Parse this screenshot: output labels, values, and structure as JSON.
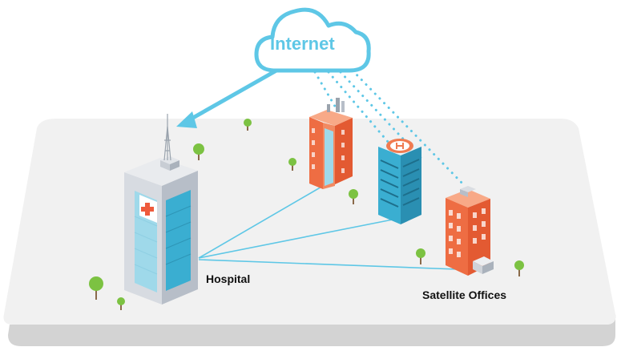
{
  "cloud": {
    "label": "Internet",
    "color": "#5ec7e6"
  },
  "labels": {
    "hospital": "Hospital",
    "satellite": "Satellite Offices"
  },
  "colors": {
    "platform_top": "#f1f1f1",
    "platform_side": "#d6d6d6",
    "link": "#5ec7e6",
    "orange": "#f07b51",
    "blue": "#3aaed1",
    "gray": "#dadde2",
    "tree": "#7cc242"
  },
  "icons": [
    "hospital-cross-icon",
    "helipad-icon",
    "cloud-icon",
    "radio-tower-icon",
    "tree-icon"
  ]
}
